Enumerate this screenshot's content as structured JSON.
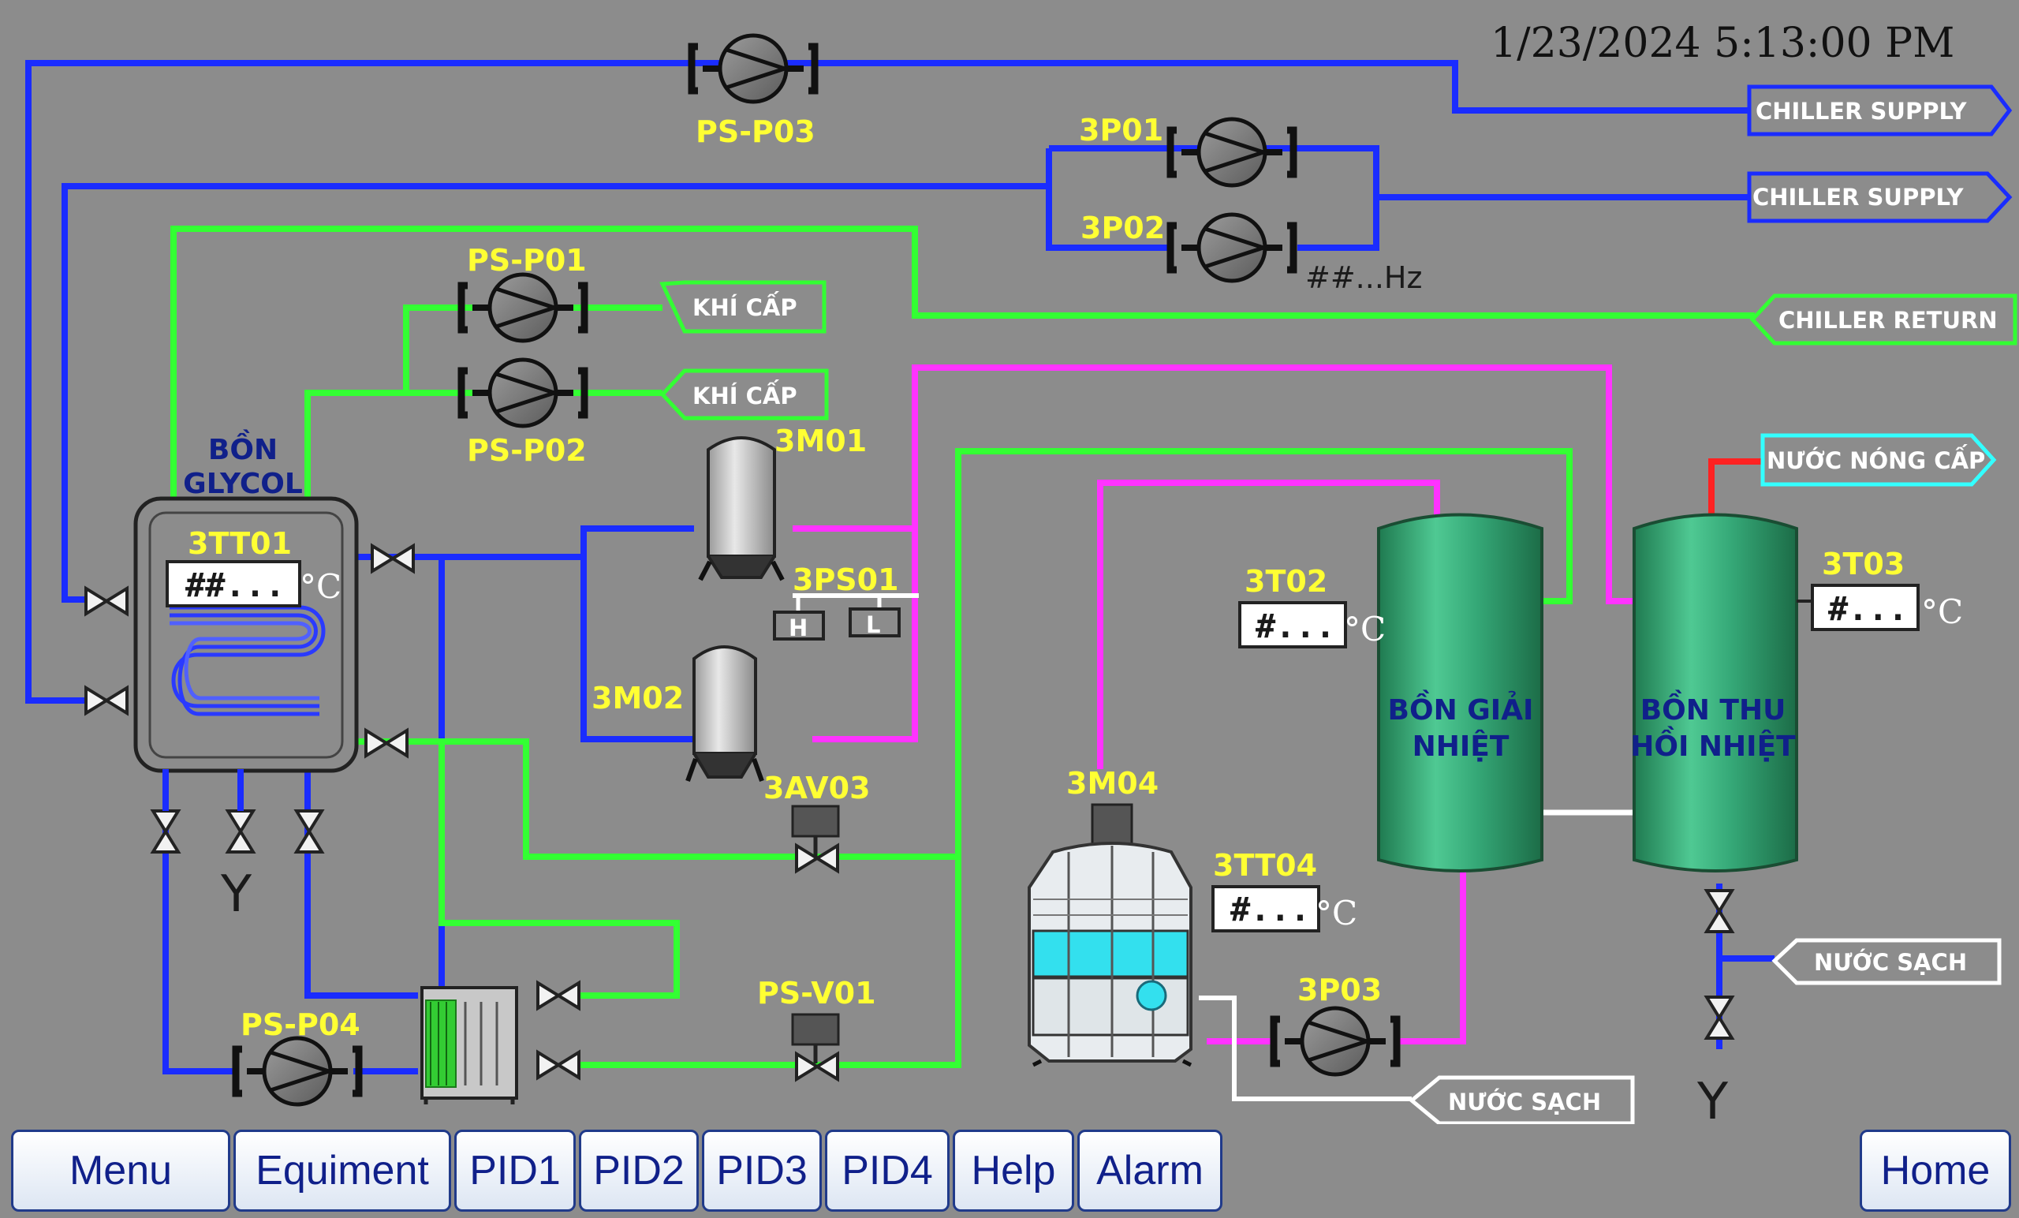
{
  "header": {
    "datetime": "1/23/2024 5:13:00 PM"
  },
  "pumps": {
    "ps_p03": "PS-P03",
    "p3p01": "3P01",
    "p3p02": "3P02",
    "ps_p01": "PS-P01",
    "ps_p02": "PS-P02",
    "ps_p04": "PS-P04",
    "p3p03": "3P03",
    "frequency": "##...Hz"
  },
  "tags": {
    "chiller_supply_1": "CHILLER SUPPLY",
    "chiller_supply_2": "CHILLER SUPPLY",
    "chiller_return": "CHILLER RETURN",
    "khi_cap_1": "KHÍ CẤP",
    "khi_cap_2": "KHÍ CẤP",
    "nuoc_nong_cap": "NƯỚC NÓNG CẤP",
    "nuoc_sach_1": "NƯỚC SẠCH",
    "nuoc_sach_2": "NƯỚC SẠCH"
  },
  "equipment": {
    "bon_glycol_line1": "BỒN",
    "bon_glycol_line2": "GLYCOL",
    "filter_3m01": "3M01",
    "filter_3m02": "3M02",
    "switch_3ps01": "3PS01",
    "switch_high": "H",
    "switch_low": "L",
    "valve_3av03": "3AV03",
    "valve_ps_v01": "PS-V01",
    "tower_3m04": "3M04",
    "bon_giai_nhiet_line1": "BỒN GIẢI",
    "bon_giai_nhiet_line2": "NHIỆT",
    "bon_thu_hoi_line1": "BỒN THU",
    "bon_thu_hoi_line2": "HỒI NHIỆT"
  },
  "sensors": {
    "s3tt01": {
      "label": "3TT01",
      "value": "##...",
      "unit": "°C"
    },
    "s3t02": {
      "label": "3T02",
      "value": "#...",
      "unit": "°C"
    },
    "s3t03": {
      "label": "3T03",
      "value": "#...",
      "unit": "°C"
    },
    "s3tt04": {
      "label": "3TT04",
      "value": "#...",
      "unit": "°C"
    }
  },
  "drains": {
    "symbol": "Y"
  },
  "nav": {
    "menu": "Menu",
    "equipment": "Equiment",
    "pid1": "PID1",
    "pid2": "PID2",
    "pid3": "PID3",
    "pid4": "PID4",
    "help": "Help",
    "alarm": "Alarm",
    "home": "Home"
  },
  "colors": {
    "background": "#8c8c8c",
    "pipe_blue": "#1a2cff",
    "pipe_green": "#33ff33",
    "pipe_magenta": "#ff33ff",
    "pipe_red": "#ff2222",
    "tank_green": "#2e9f6a",
    "label_yellow": "#ffff33",
    "label_navy": "#10208a"
  }
}
